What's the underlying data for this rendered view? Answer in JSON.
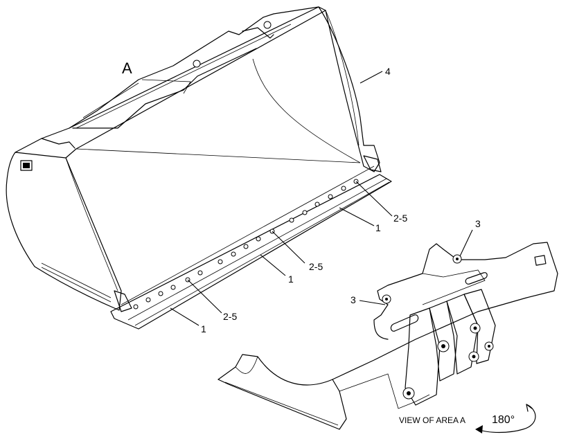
{
  "view_label": "A",
  "callouts": {
    "c4": "4",
    "c1_top": "1",
    "c1_mid": "1",
    "c1_bottom": "1",
    "c25_top": "2-5",
    "c25_mid": "2-5",
    "c25_bottom": "2-5",
    "c3_right": "3",
    "c3_left": "3"
  },
  "view_caption": "VIEW OF AREA A",
  "rotation": "180°"
}
